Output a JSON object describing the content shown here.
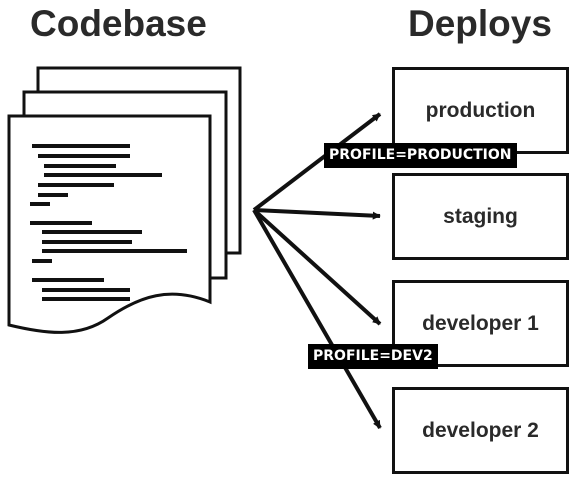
{
  "titles": {
    "codebase": "Codebase",
    "deploys": "Deploys"
  },
  "deploys": [
    {
      "label": "production"
    },
    {
      "label": "staging"
    },
    {
      "label": "developer 1"
    },
    {
      "label": "developer 2"
    }
  ],
  "profiles": {
    "production": "PROFILE=PRODUCTION",
    "dev2": "PROFILE=DEV2"
  },
  "colors": {
    "ink": "#111111",
    "heading": "#2a2a2a",
    "tag_background": "#000000",
    "tag_text": "#ffffff"
  },
  "icons": {
    "codebase": "document-stack-icon",
    "arrows": "arrow-right-icon"
  }
}
